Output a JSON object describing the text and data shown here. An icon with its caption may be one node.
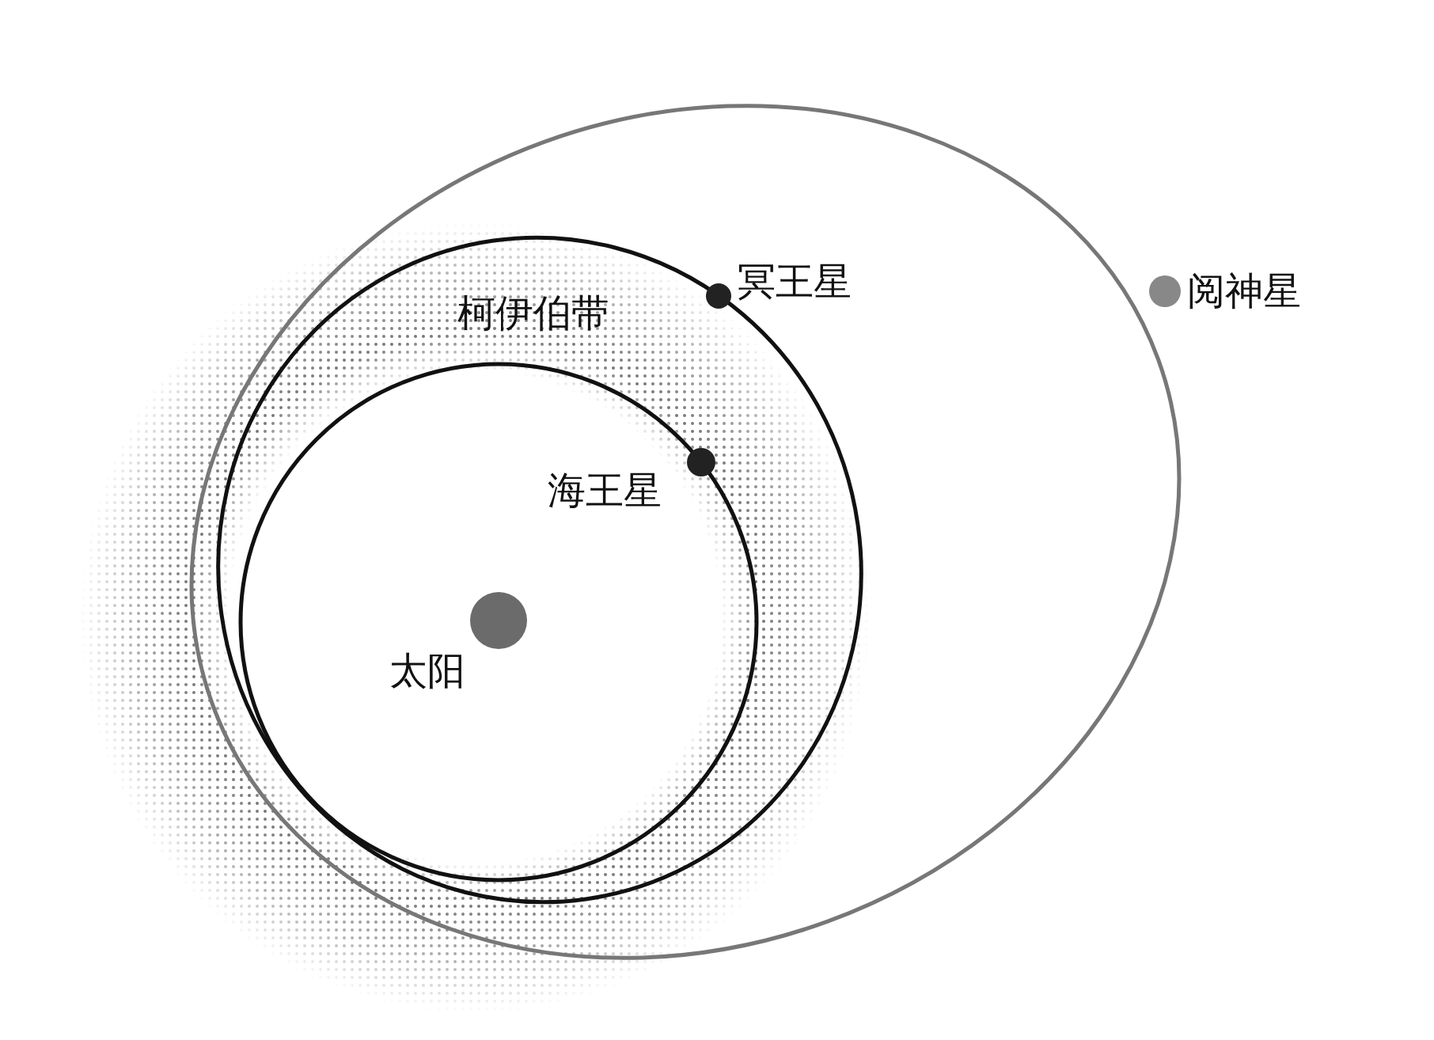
{
  "diagram": {
    "labels": [
      "冥王星",
      "阅神星",
      "柯伊伯带",
      "海王星",
      "太阳"
    ]
  }
}
